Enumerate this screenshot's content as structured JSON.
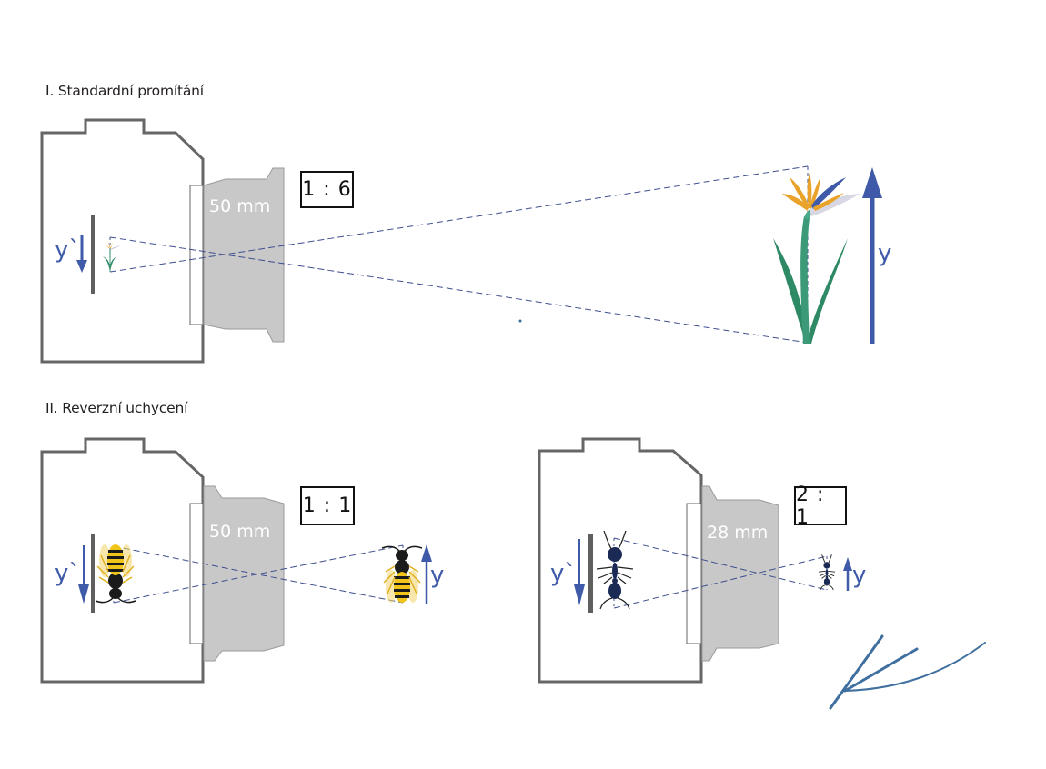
{
  "sections": [
    {
      "title": "I.  Standardní promítání",
      "focal_length": "50 mm",
      "ratio": "1 : 6",
      "image_label": "y`",
      "object_label": "y",
      "subject": "flower"
    },
    {
      "title": "II. Reverzní uchycení",
      "panels": [
        {
          "focal_length": "50 mm",
          "ratio": "1 : 1",
          "image_label": "y`",
          "object_label": "y",
          "subject": "wasp"
        },
        {
          "focal_length": "28 mm",
          "ratio": "2 : 1",
          "image_label": "y`",
          "object_label": "y",
          "subject": "ant"
        }
      ]
    }
  ],
  "colors": {
    "camera_outline": "#666666",
    "lens_fill": "#c8c8c8",
    "sensor": "#5f5f5f",
    "arrow": "#3f5aa8",
    "ray": "#3f4f8f",
    "signature": "#3f6f9f"
  }
}
